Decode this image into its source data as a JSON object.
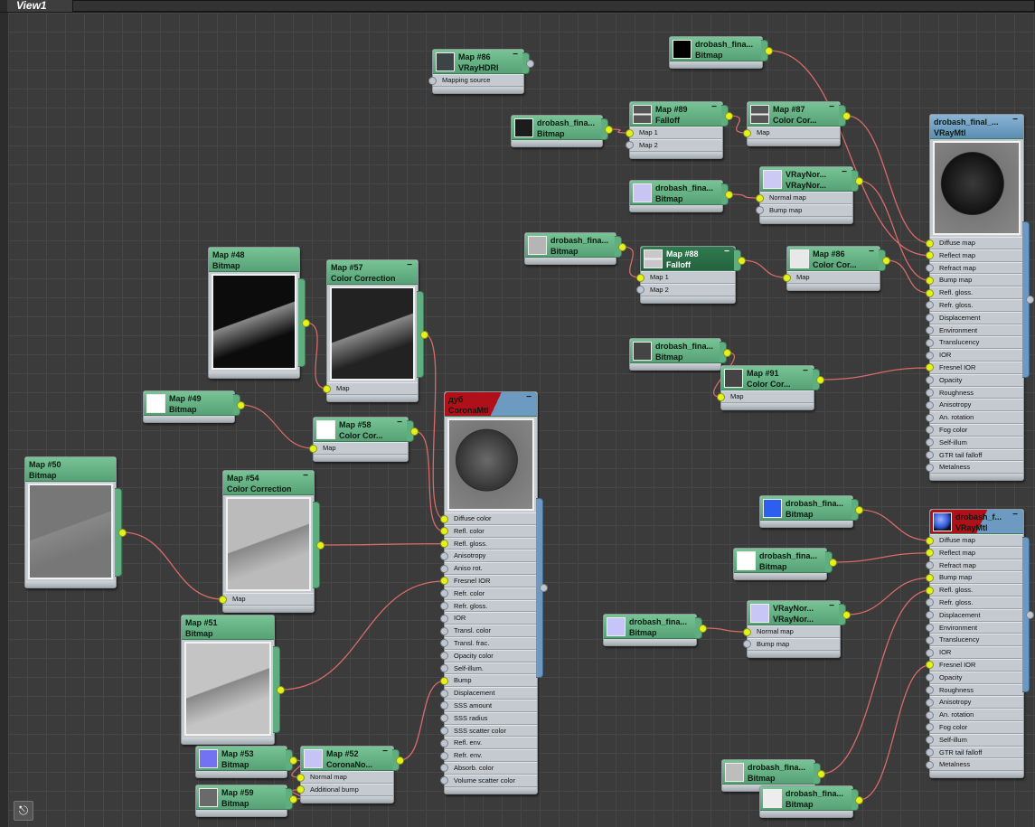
{
  "view_tab": "View1",
  "icons": {
    "navigator": "binoculars-icon"
  },
  "colors": {
    "wire": "#d86a6a",
    "connected": "#e4f21b",
    "node_header": "#6bb88a"
  },
  "nodes": [
    {
      "title": "Map #86",
      "type": "VRayHDRI",
      "thumb": "#3c4446",
      "slots": [
        "Mapping source"
      ],
      "header": "green"
    },
    {
      "title": "drobash_fina...",
      "type": "Bitmap",
      "thumb": "#000000",
      "slots": [],
      "header": "green"
    },
    {
      "title": "drobash_fina...",
      "type": "Bitmap",
      "thumb": "#1c1c1c",
      "slots": [],
      "header": "green"
    },
    {
      "title": "Map #89",
      "type": "Falloff",
      "thumb": "#555555",
      "slots": [
        "Map 1",
        "Map 2"
      ],
      "header": "green"
    },
    {
      "title": "Map #87",
      "type": "Color Cor...",
      "thumb": "#555555",
      "slots": [
        "Map"
      ],
      "header": "green"
    },
    {
      "title": "drobash_fina...",
      "type": "Bitmap",
      "thumb": "#c8c4f4",
      "slots": [],
      "header": "green"
    },
    {
      "title": "VRayNor...",
      "type": "VRayNor...",
      "thumb": "#cccaf4",
      "slots": [
        "Normal map",
        "Bump map"
      ],
      "header": "green"
    },
    {
      "title": "drobash_fina...",
      "type": "Bitmap",
      "thumb": "#b5b5b5",
      "slots": [],
      "header": "green"
    },
    {
      "title": "Map #88",
      "type": "Falloff",
      "thumb": "#c8c8c8",
      "slots": [
        "Map 1",
        "Map 2"
      ],
      "header": "selected"
    },
    {
      "title": "Map #86",
      "type": "Color Cor...",
      "thumb": "#e8e8e8",
      "slots": [
        "Map"
      ],
      "header": "green"
    },
    {
      "title": "drobash_fina...",
      "type": "Bitmap",
      "thumb": "#444444",
      "slots": [],
      "header": "green"
    },
    {
      "title": "Map #91",
      "type": "Color Cor...",
      "thumb": "#444444",
      "slots": [
        "Map"
      ],
      "header": "green"
    },
    {
      "title": "drobash_final_...",
      "type": "VRayMtl",
      "thumb": "#1a1a1a",
      "header": "material",
      "slots": [
        "Diffuse map",
        "Reflect map",
        "Refract map",
        "Bump map",
        "Refl. gloss.",
        "Refr. gloss.",
        "Displacement",
        "Environment",
        "Translucency",
        "IOR",
        "Fresnel IOR",
        "Opacity",
        "Roughness",
        "Anisotropy",
        "An. rotation",
        "Fog color",
        "Self-illum",
        "GTR tail falloff",
        "Metalness"
      ]
    },
    {
      "title": "Map #48",
      "type": "Bitmap",
      "thumb": "#0c0c0c",
      "slots": [],
      "header": "green"
    },
    {
      "title": "Map #57",
      "type": "Color Correction",
      "thumb": "#222222",
      "slots": [
        "Map"
      ],
      "header": "green"
    },
    {
      "title": "Map #49",
      "type": "Bitmap",
      "thumb": "#ffffff",
      "slots": [],
      "header": "green"
    },
    {
      "title": "Map #58",
      "type": "Color Cor...",
      "thumb": "#ffffff",
      "slots": [
        "Map"
      ],
      "header": "green"
    },
    {
      "title": "дуб",
      "type": "CoronaMtl",
      "thumb": "#555555",
      "header": "material-red",
      "slots": [
        "Diffuse color",
        "Refl. color",
        "Refl. gloss.",
        "Anisotropy",
        "Aniso rot.",
        "Fresnel IOR",
        "Refr. color",
        "Refr. gloss.",
        "IOR",
        "Transl. color",
        "Transl. frac.",
        "Opacity color",
        "Self-illum.",
        "Bump",
        "Displacement",
        "SSS amount",
        "SSS radius",
        "SSS scatter color",
        "Refl. env.",
        "Refr. env.",
        "Absorb. color",
        "Volume scatter color"
      ]
    },
    {
      "title": "Map #50",
      "type": "Bitmap",
      "thumb": "#777777",
      "slots": [],
      "header": "green"
    },
    {
      "title": "Map #54",
      "type": "Color Correction",
      "thumb": "#bbbbbb",
      "slots": [
        "Map"
      ],
      "header": "green"
    },
    {
      "title": "Map #51",
      "type": "Bitmap",
      "thumb": "#c4c4c4",
      "slots": [],
      "header": "green"
    },
    {
      "title": "Map #53",
      "type": "Bitmap",
      "thumb": "#7272f2",
      "slots": [],
      "header": "green"
    },
    {
      "title": "Map #52",
      "type": "CoronaNo...",
      "thumb": "#c6c4f6",
      "slots": [
        "Normal map",
        "Additional bump"
      ],
      "header": "green"
    },
    {
      "title": "Map #59",
      "type": "Bitmap",
      "thumb": "#6a6a6a",
      "slots": [],
      "header": "green"
    },
    {
      "title": "drobash_fina...",
      "type": "Bitmap",
      "thumb": "#2c5ff0",
      "slots": [],
      "header": "green"
    },
    {
      "title": "drobash_fina...",
      "type": "Bitmap",
      "thumb": "#ffffff",
      "slots": [],
      "header": "green"
    },
    {
      "title": "VRayNor...",
      "type": "VRayNor...",
      "thumb": "#c8c6f6",
      "slots": [
        "Normal map",
        "Bump map"
      ],
      "header": "green"
    },
    {
      "title": "drobash_fina...",
      "type": "Bitmap",
      "thumb": "#c6c4f8",
      "slots": [],
      "header": "green"
    },
    {
      "title": "drobash_fina...",
      "type": "Bitmap",
      "thumb": "#bdbdbd",
      "slots": [],
      "header": "green"
    },
    {
      "title": "drobash_fina...",
      "type": "Bitmap",
      "thumb": "#ededed",
      "slots": [],
      "header": "green"
    },
    {
      "title": "drobash_f...",
      "type": "VRayMtl",
      "thumb": "#2a4fd0",
      "header": "material-red",
      "slots": [
        "Diffuse map",
        "Reflect map",
        "Refract map",
        "Bump map",
        "Refl. gloss.",
        "Refr. gloss.",
        "Displacement",
        "Environment",
        "Translucency",
        "IOR",
        "Fresnel IOR",
        "Opacity",
        "Roughness",
        "Anisotropy",
        "An. rotation",
        "Fog color",
        "Self-illum",
        "GTR tail falloff",
        "Metalness"
      ]
    }
  ],
  "connections": [
    {
      "from": 1,
      "to": 12,
      "slot": 1
    },
    {
      "from": 2,
      "to": 3,
      "slot": 0
    },
    {
      "from": 3,
      "to": 4,
      "slot": 0
    },
    {
      "from": 4,
      "to": 12,
      "slot": 0
    },
    {
      "from": 5,
      "to": 6,
      "slot": 0
    },
    {
      "from": 6,
      "to": 12,
      "slot": 3
    },
    {
      "from": 7,
      "to": 8,
      "slot": 0
    },
    {
      "from": 8,
      "to": 9,
      "slot": 0
    },
    {
      "from": 9,
      "to": 12,
      "slot": 4
    },
    {
      "from": 10,
      "to": 11,
      "slot": 0
    },
    {
      "from": 11,
      "to": 12,
      "slot": 10
    },
    {
      "from": 13,
      "to": 14,
      "slot": 0
    },
    {
      "from": 14,
      "to": 17,
      "slot": 0
    },
    {
      "from": 15,
      "to": 16,
      "slot": 0
    },
    {
      "from": 16,
      "to": 17,
      "slot": 1
    },
    {
      "from": 18,
      "to": 19,
      "slot": 0
    },
    {
      "from": 19,
      "to": 17,
      "slot": 2
    },
    {
      "from": 20,
      "to": 17,
      "slot": 5
    },
    {
      "from": 22,
      "to": 17,
      "slot": 13
    },
    {
      "from": 21,
      "to": 22,
      "slot": 0
    },
    {
      "from": 23,
      "to": 22,
      "slot": 1
    },
    {
      "from": 24,
      "to": 30,
      "slot": 0
    },
    {
      "from": 25,
      "to": 30,
      "slot": 1
    },
    {
      "from": 26,
      "to": 30,
      "slot": 3
    },
    {
      "from": 27,
      "to": 26,
      "slot": 0
    },
    {
      "from": 28,
      "to": 30,
      "slot": 4
    },
    {
      "from": 29,
      "to": 30,
      "slot": 10
    }
  ]
}
